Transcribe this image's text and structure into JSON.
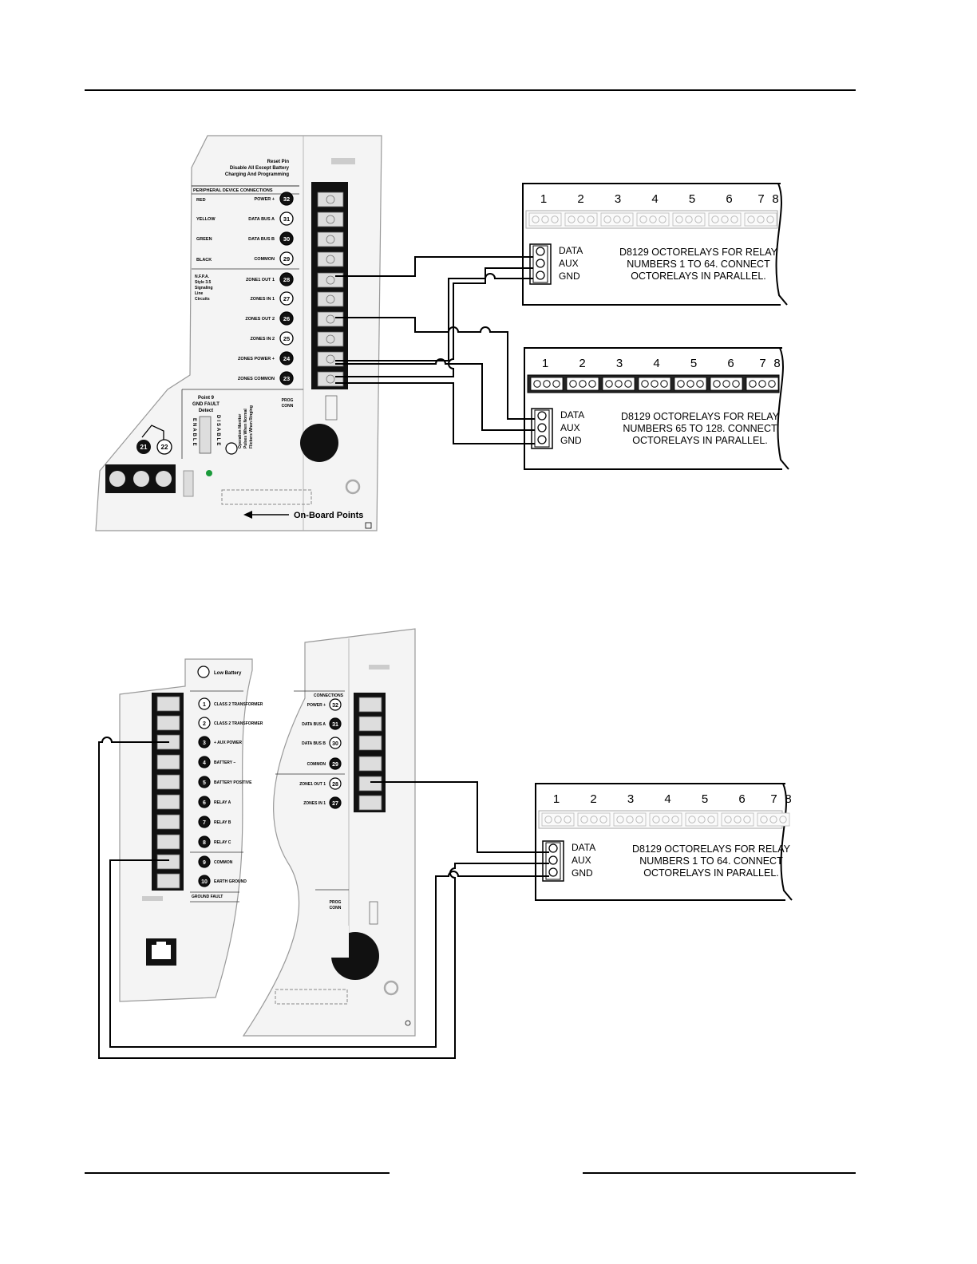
{
  "relay_modules": [
    {
      "relay_numbers": [
        "1",
        "2",
        "3",
        "4",
        "5",
        "6",
        "7",
        "8"
      ],
      "terminals": [
        "DATA",
        "AUX",
        "GND"
      ],
      "caption": [
        "D8129 OCTORELAYS FOR RELAY",
        "NUMBERS 1 TO 64. CONNECT",
        "OCTORELAYS IN PARALLEL."
      ]
    },
    {
      "relay_numbers": [
        "1",
        "2",
        "3",
        "4",
        "5",
        "6",
        "7",
        "8"
      ],
      "terminals": [
        "DATA",
        "AUX",
        "GND"
      ],
      "caption": [
        "D8129 OCTORELAYS FOR RELAY",
        "NUMBERS 65 TO 128. CONNECT",
        "OCTORELAYS IN PARALLEL."
      ]
    },
    {
      "relay_numbers": [
        "1",
        "2",
        "3",
        "4",
        "5",
        "6",
        "7",
        "8"
      ],
      "terminals": [
        "DATA",
        "AUX",
        "GND"
      ],
      "caption": [
        "D8129 OCTORELAYS FOR RELAY",
        "NUMBERS 1 TO 64. CONNECT",
        "OCTORELAYS IN PARALLEL."
      ]
    }
  ],
  "panel_top": {
    "reset_pin": [
      "Reset Pin",
      "Disable All Except Battery",
      "Charging And Programming"
    ],
    "peripheral_header": "PERIPHERAL DEVICE CONNECTIONS",
    "wire_colors": [
      "RED",
      "YELLOW",
      "GREEN",
      "BLACK"
    ],
    "terminal_labels": [
      "POWER +",
      "DATA BUS A",
      "DATA BUS B",
      "COMMON",
      "ZONE1 OUT 1",
      "ZONES IN 1",
      "ZONES OUT 2",
      "ZONES IN 2",
      "ZONES POWER +",
      "ZONES COMMON"
    ],
    "terminal_numbers": [
      "32",
      "31",
      "30",
      "29",
      "28",
      "27",
      "26",
      "25",
      "24",
      "23"
    ],
    "nfpa_note": [
      "N.F.P.A.",
      "Style 3.5",
      "Signaling",
      "Line",
      "Circuits"
    ],
    "gnd_fault": [
      "Point 9",
      "GND FAULT",
      "Detect"
    ],
    "enable_label": "ENABLE",
    "disable_label": "DISABLE",
    "prog_conn": [
      "PROG",
      "CONN"
    ],
    "bottom_terminals": [
      "21",
      "22"
    ],
    "operation_note": [
      "Operation Monitor",
      "Pulses When Normal",
      "Flickers When Ringing"
    ],
    "on_board_points": "On-Board Points"
  },
  "panel_bottom": {
    "low_battery": "Low Battery",
    "left_terminal_labels": [
      "CLASS 2 TRANSFORMER",
      "CLASS 2 TRANSFORMER",
      "+ AUX POWER",
      "BATTERY –",
      "BATTERY POSITIVE",
      "RELAY A",
      "RELAY B",
      "RELAY C",
      "COMMON",
      "EARTH GROUND"
    ],
    "left_terminal_numbers": [
      "1",
      "2",
      "3",
      "4",
      "5",
      "6",
      "7",
      "8",
      "9",
      "10"
    ],
    "right_terminal_labels": [
      "POWER +",
      "DATA BUS A",
      "DATA BUS B",
      "COMMON",
      "ZONE1 OUT 1",
      "ZONES IN 1"
    ],
    "right_terminal_numbers": [
      "32",
      "31",
      "30",
      "29",
      "28",
      "27"
    ],
    "right_header": "CONNECTIONS",
    "ground_fault": "GROUND FAULT",
    "prog_conn": [
      "PROG",
      "CONN"
    ]
  }
}
